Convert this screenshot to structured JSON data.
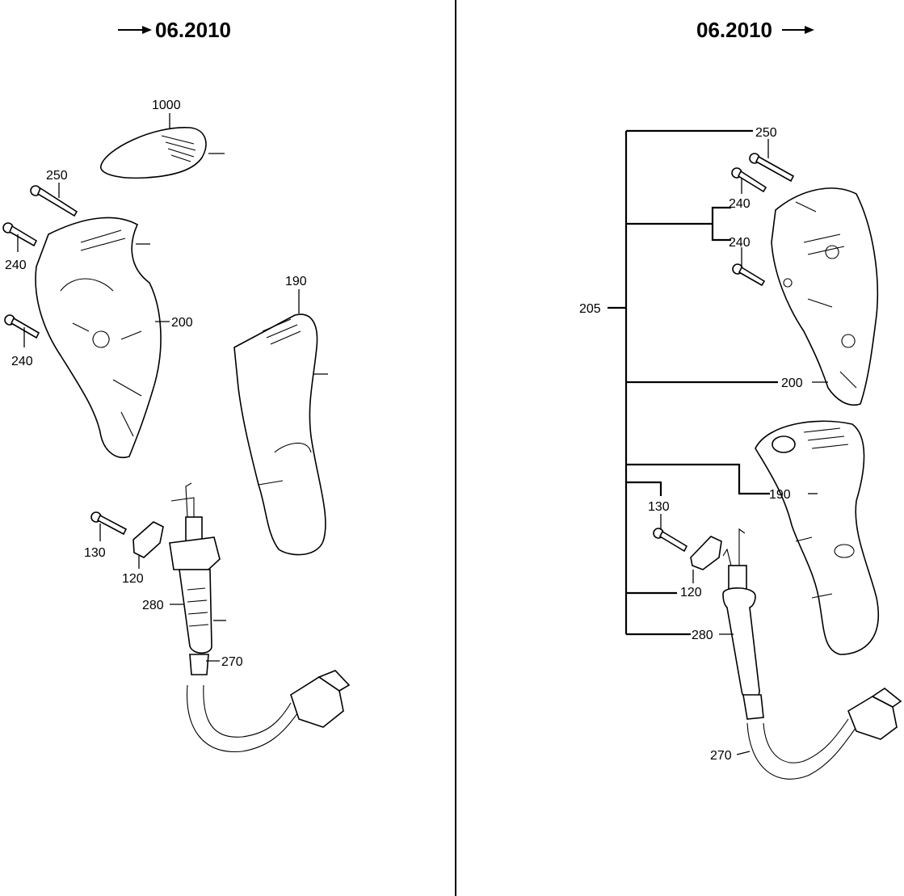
{
  "left_panel": {
    "header": "06.2010",
    "header_arrow": "arrow-right-before",
    "labels": {
      "cover": "1000",
      "screw_long": "250",
      "screw_a": "240",
      "screw_b": "240",
      "housing_half": "200",
      "handle": "190",
      "clamp_screw": "130",
      "cable_clamp": "120",
      "cable_sleeve": "280",
      "power_cable": "270"
    }
  },
  "right_panel": {
    "header": "06.2010",
    "header_arrow": "arrow-right-after",
    "labels": {
      "assembly": "205",
      "screw_long": "250",
      "screw_a": "240",
      "screw_b": "240",
      "housing_half": "200",
      "handle": "190",
      "clamp_screw": "130",
      "cable_clamp": "120",
      "cable_sleeve": "280",
      "power_cable": "270"
    }
  }
}
